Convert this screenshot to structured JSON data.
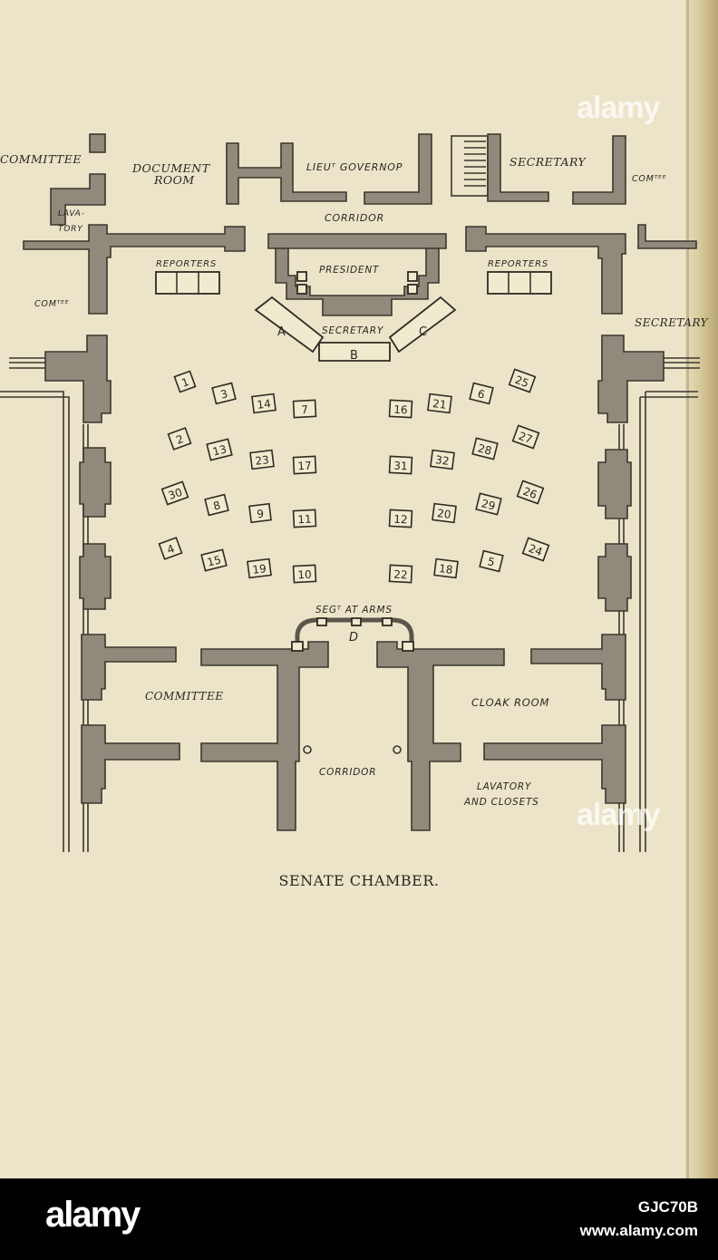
{
  "rooms": {
    "committee_tl": "COMMITTEE",
    "document_room_1": "DOCUMENT",
    "document_room_2": "ROOM",
    "lieut_governor": "LIEUᵀ GOVERNOP",
    "secretary_top": "SECRETARY",
    "comtee_tr": "COMᵀᴱᴱ",
    "lavatory_1": "LAVA-",
    "lavatory_2": "TORY",
    "corridor_top": "CORRIDOR",
    "reporters_left": "REPORTERS",
    "reporters_right": "REPORTERS",
    "president": "PRESIDENT",
    "comtee_left": "COMᵀᴱᴱ",
    "secretary_desk": "SECRETARY",
    "secretary_right": "SECRETARY",
    "sergeant_at_arms": "SEGᵀ AT ARMS",
    "committee_bottom": "COMMITTEE",
    "cloak_room": "CLOAK ROOM",
    "corridor_bottom": "CORRIDOR",
    "lavatory_closets_1": "LAVATORY",
    "lavatory_closets_2": "AND CLOSETS"
  },
  "desks": [
    "A",
    "B",
    "C",
    "D"
  ],
  "seats": [
    "1",
    "3",
    "14",
    "7",
    "16",
    "21",
    "6",
    "25",
    "2",
    "13",
    "23",
    "17",
    "31",
    "32",
    "28",
    "27",
    "30",
    "8",
    "9",
    "11",
    "12",
    "20",
    "29",
    "26",
    "4",
    "15",
    "19",
    "10",
    "22",
    "18",
    "5",
    "24"
  ],
  "caption": "SENATE CHAMBER.",
  "watermarks": [
    "alamy",
    "alamy"
  ],
  "footer": {
    "brand": "alamy",
    "image_id": "GJC70B",
    "site": "www.alamy.com"
  }
}
